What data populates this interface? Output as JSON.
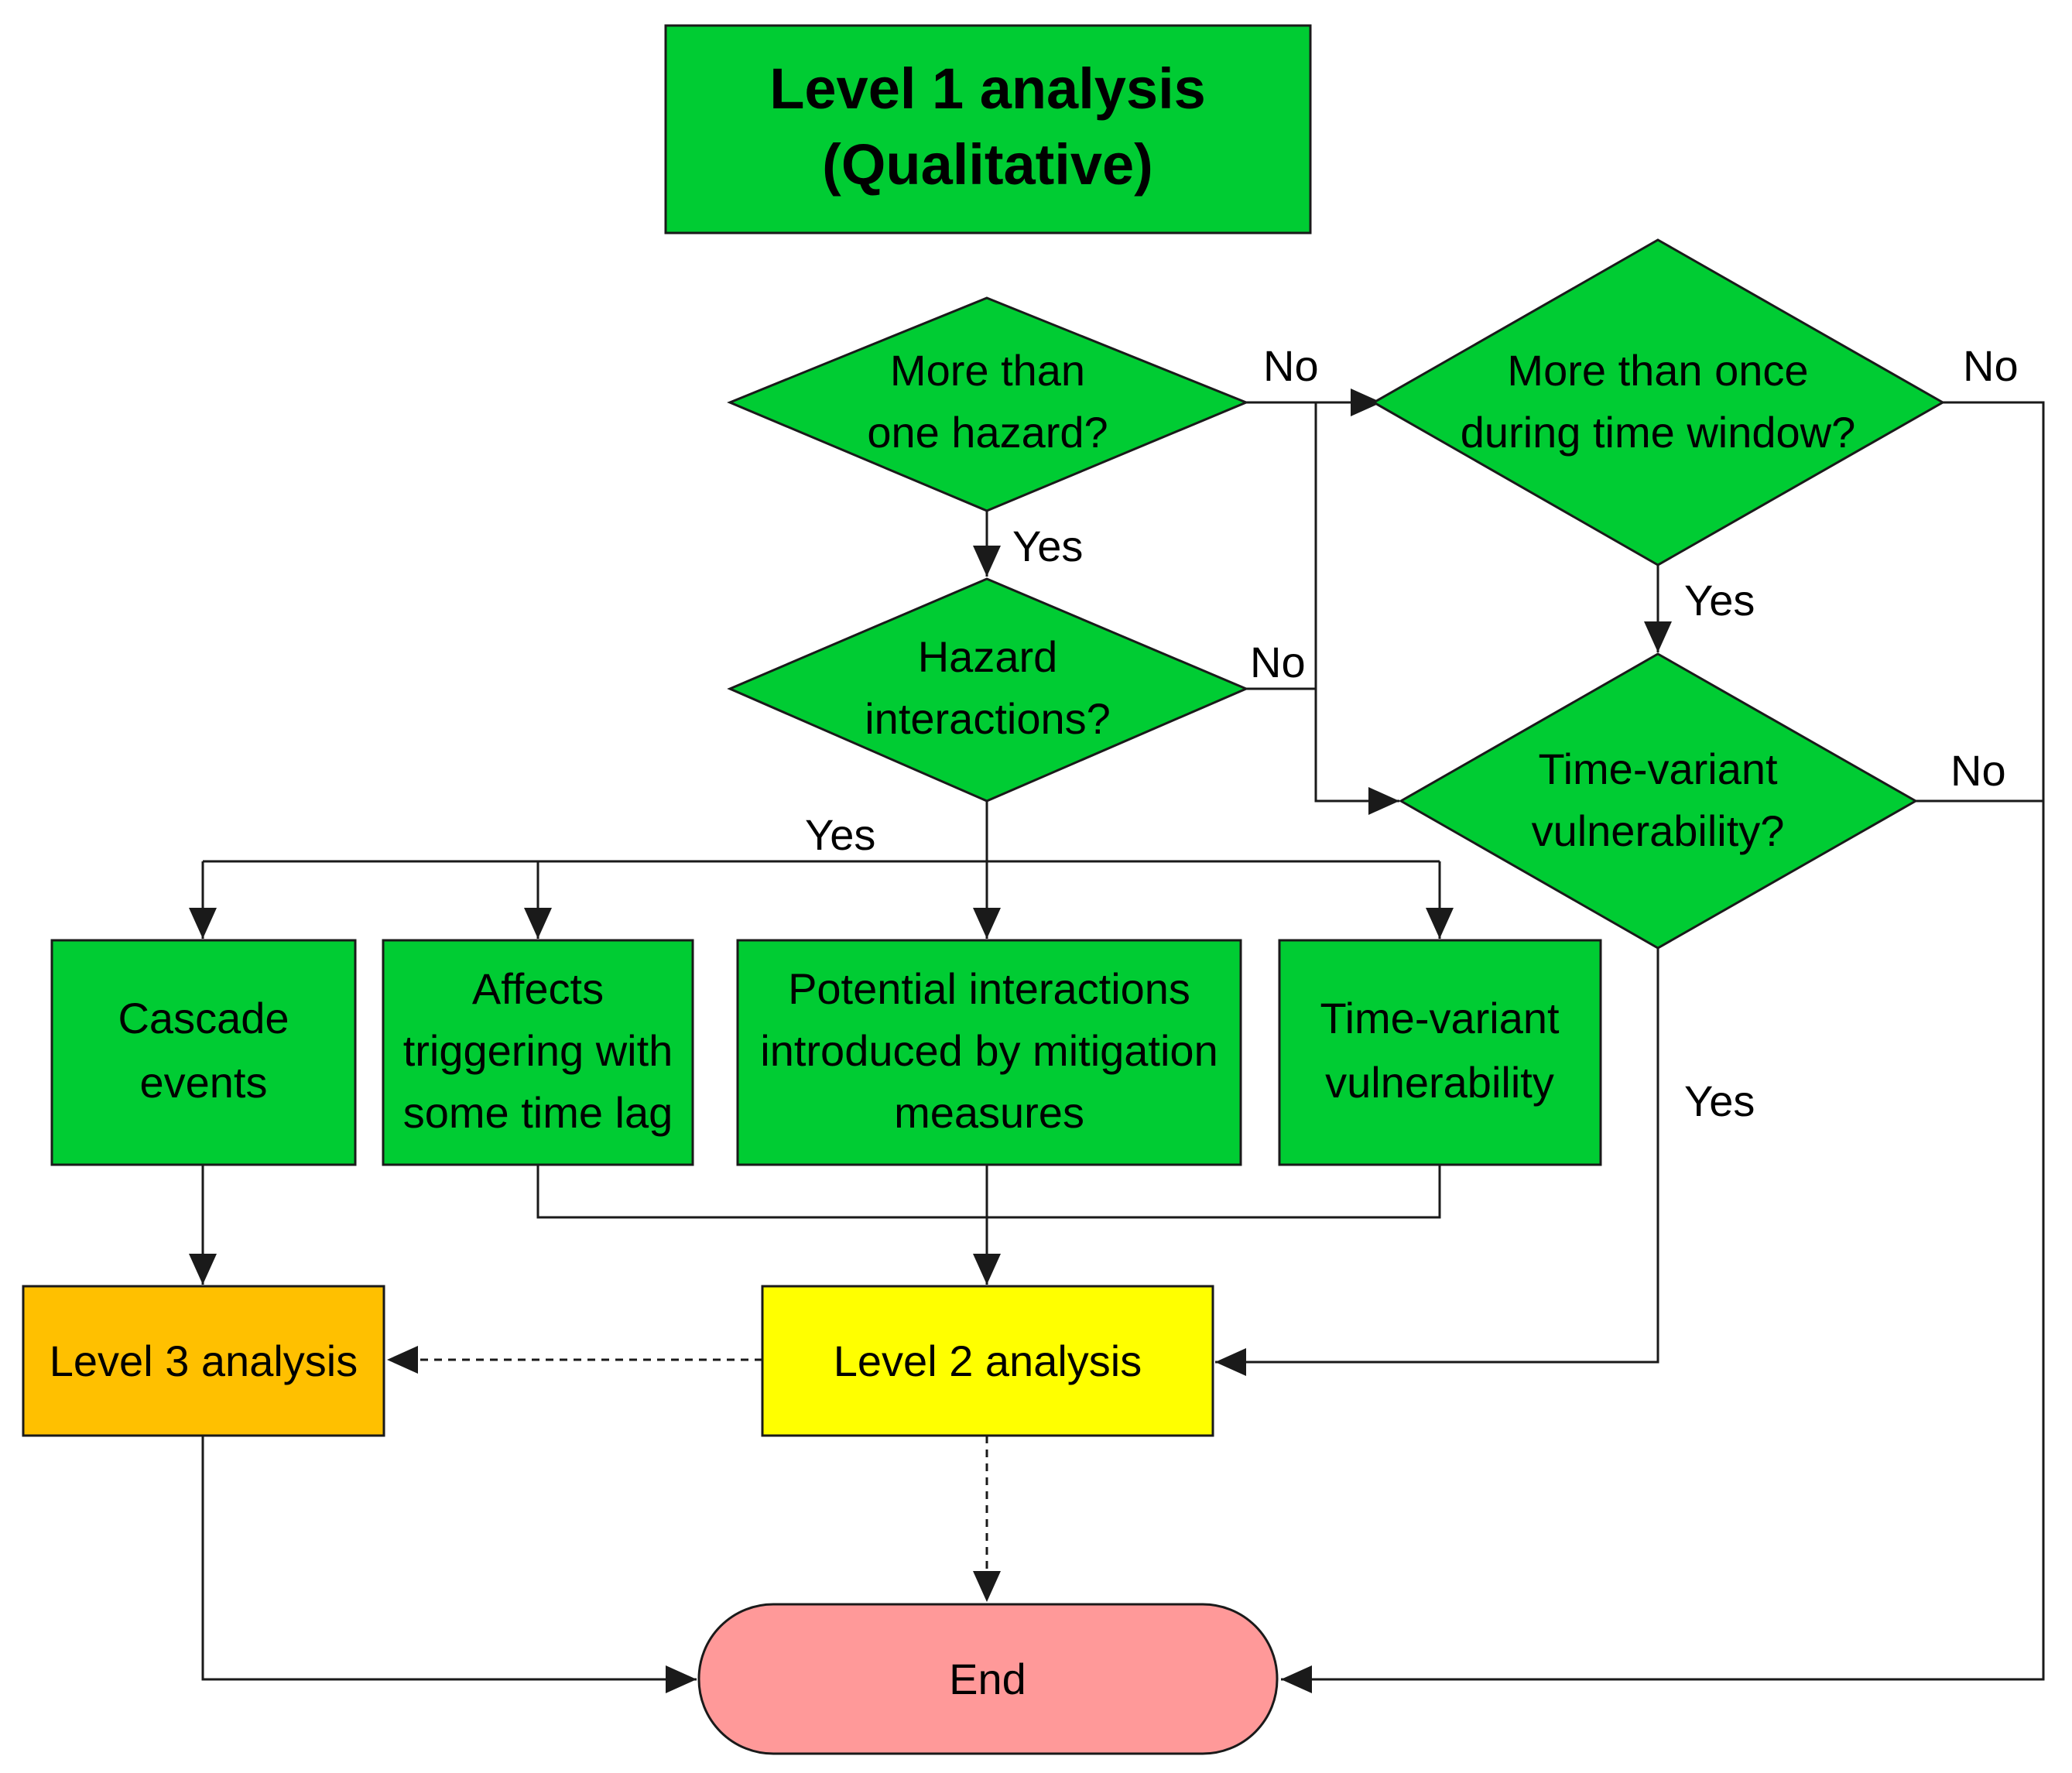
{
  "colors": {
    "green": "#00cc33",
    "yellow": "#ffff00",
    "orange": "#ffc000",
    "end_fill": "#ff9999",
    "line": "#1a1a1a"
  },
  "nodes": {
    "level1": [
      "Level 1 analysis",
      "(Qualitative)"
    ],
    "more_than_one_hazard": [
      "More than",
      "one hazard?"
    ],
    "hazard_interactions": [
      "Hazard",
      "interactions?"
    ],
    "more_than_once": [
      "More than once",
      "during time window?"
    ],
    "time_variant_q": [
      "Time-variant",
      "vulnerability?"
    ],
    "cascade": [
      "Cascade",
      "events"
    ],
    "affects_triggering": [
      "Affects",
      "triggering with",
      "some time lag"
    ],
    "potential_interactions": [
      "Potential interactions",
      "introduced by mitigation",
      "measures"
    ],
    "time_variant_box": [
      "Time-variant",
      "vulnerability"
    ],
    "level3": "Level 3 analysis",
    "level2": "Level 2 analysis",
    "end": "End"
  },
  "labels": {
    "yes_hazard": "Yes",
    "no_hazard": "No",
    "no_interactions": "No",
    "yes_interactions": "Yes",
    "no_once": "No",
    "yes_once": "Yes",
    "no_timevariant": "No",
    "yes_timevariant": "Yes"
  }
}
